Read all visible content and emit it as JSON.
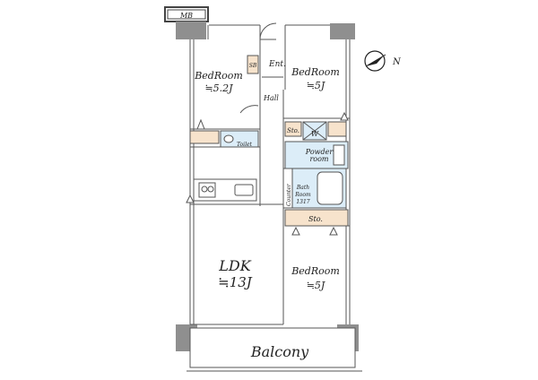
{
  "plan": {
    "labels": {
      "mb": "MB",
      "ent": "Ent.",
      "sb": "SB",
      "hall": "Hall",
      "bedroom_nw_name": "BedRoom",
      "bedroom_nw_size": "≒5.2J",
      "bedroom_ne_name": "BedRoom",
      "bedroom_ne_size": "≒5J",
      "sto_small": "Sto.",
      "w": "W",
      "toilet": "Toilet",
      "powder_line1": "Powder",
      "powder_line2": "room",
      "counter": "Counter",
      "bath_line1": "Bath",
      "bath_line2": "Room",
      "bath_line3": "1317",
      "sto_large": "Sto.",
      "ldk_name": "LDK",
      "ldk_size": "≒13J",
      "bedroom_se_name": "BedRoom",
      "bedroom_se_size": "≒5J",
      "balcony": "Balcony"
    },
    "compass": {
      "letter": "N"
    },
    "colors": {
      "wall": "#8f8f8f",
      "storage": "#f7e3cc",
      "wet_area": "#dcedf8",
      "line": "#555555"
    },
    "icons": [
      "compass-icon",
      "sink-icon",
      "stove-icon",
      "toilet-icon",
      "bathtub-icon",
      "washbasin-icon",
      "door-swing-icon"
    ]
  }
}
